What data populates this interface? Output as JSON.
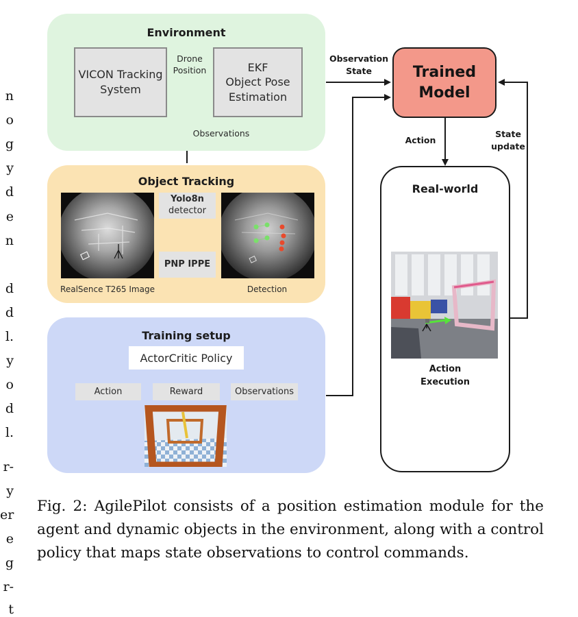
{
  "margin_fragments": [
    "n",
    "o",
    "g",
    "y",
    "d",
    "e",
    "n",
    "d",
    "d",
    "l.",
    "y",
    "o",
    "d",
    "l.",
    "r-",
    "y",
    "er",
    "e",
    "g",
    "r-",
    "t"
  ],
  "environment": {
    "title": "Environment",
    "vicon_box": "VICON Tracking\nSystem",
    "drone_position_label": "Drone\nPosition",
    "ekf_box": "EKF\nObject Pose\nEstimation",
    "observations_label": "Observations"
  },
  "observation_state_label": "Observation\nState",
  "trained_model": "Trained\nModel",
  "action_label": "Action",
  "state_update_label": "State\nupdate",
  "object_tracking": {
    "title": "Object Tracking",
    "yolo_title": "Yolo8n",
    "yolo_sub": "detector",
    "pnp_box": "PNP IPPE",
    "left_caption": "RealSence T265 Image",
    "right_caption": "Detection"
  },
  "training_setup": {
    "title": "Training setup",
    "policy_box": "ActorCritic Policy",
    "action_box": "Action",
    "reward_box": "Reward",
    "observations_box": "Observations"
  },
  "real_world": {
    "title": "Real-world",
    "action_execution": "Action\nExecution"
  },
  "caption": "Fig. 2: AgilePilot consists of a position estimation module for the agent and dynamic objects in the environment, along with a control policy that maps state observations to control commands.",
  "colors": {
    "environment_bg": "#dff4df",
    "object_tracking_bg": "#fbe3b3",
    "training_bg": "#cdd8f7",
    "trained_model_bg": "#f3988a"
  }
}
